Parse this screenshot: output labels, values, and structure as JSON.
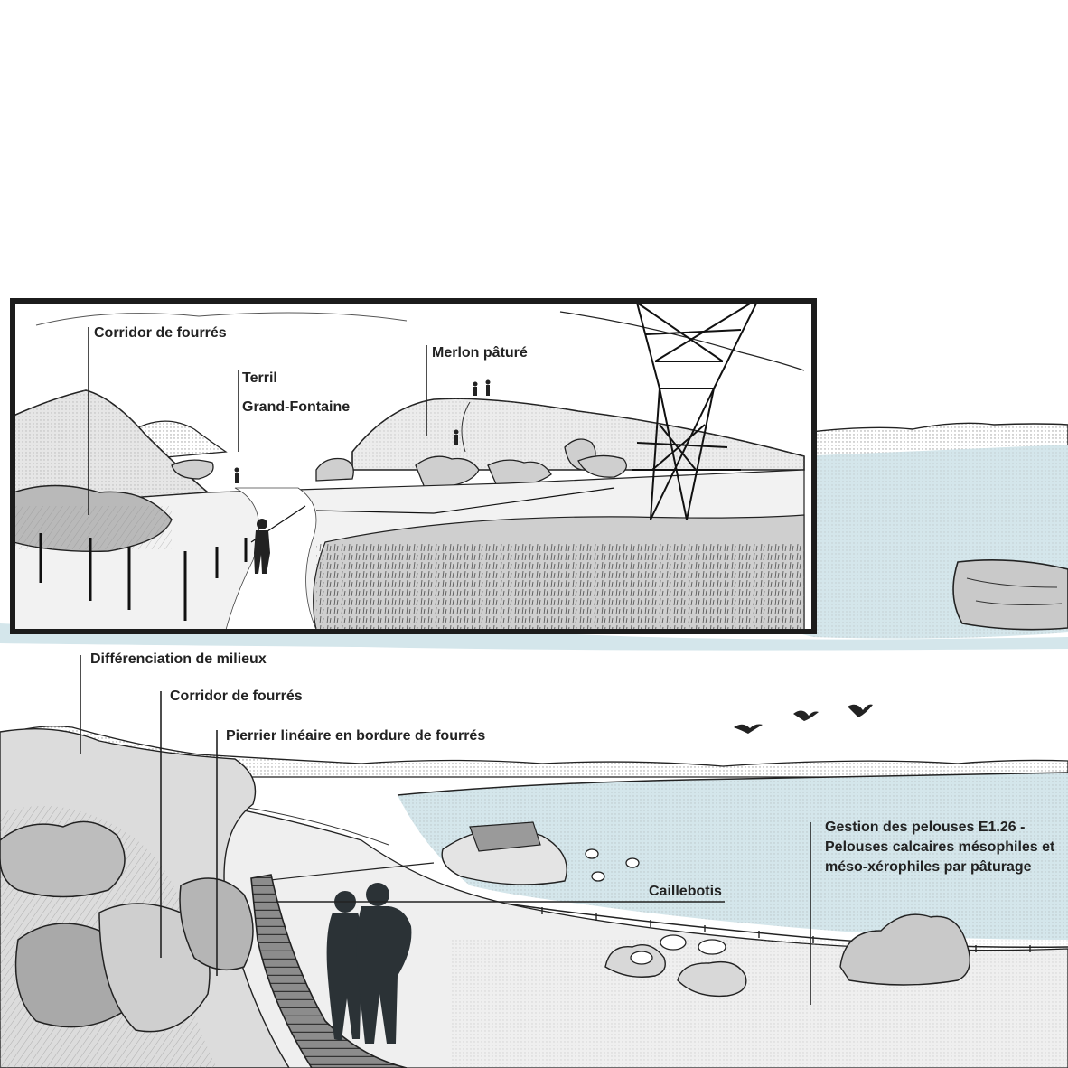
{
  "colors": {
    "ink": "#222222",
    "water": "#d4e6eb",
    "water_dark": "#b9d3da",
    "shade": "#c9c9c9",
    "shade_light": "#e4e4e4",
    "silhouette": "#2b3236",
    "frame": "#1c1c1c",
    "paper": "#ffffff"
  },
  "inset": {
    "labels": {
      "corridor": "Corridor de fourrés",
      "terril": "Terril",
      "grand_fontaine": "Grand-Fontaine",
      "merlon": "Merlon pâturé"
    }
  },
  "main": {
    "labels": {
      "differenciation": "Différenciation de milieux",
      "corridor": "Corridor de fourrés",
      "pierrier": "Pierrier linéaire en bordure de fourrés",
      "caillebotis": "Caillebotis",
      "gestion": "Gestion des pelouses E1.26 - Pelouses calcaires mésophiles et méso-xérophiles par pâturage"
    }
  },
  "icons": {
    "birds": "bird-icon",
    "pylon": "electricity-pylon-icon",
    "sheep": "sheep-icon",
    "walkers": "person-silhouette-icon"
  }
}
